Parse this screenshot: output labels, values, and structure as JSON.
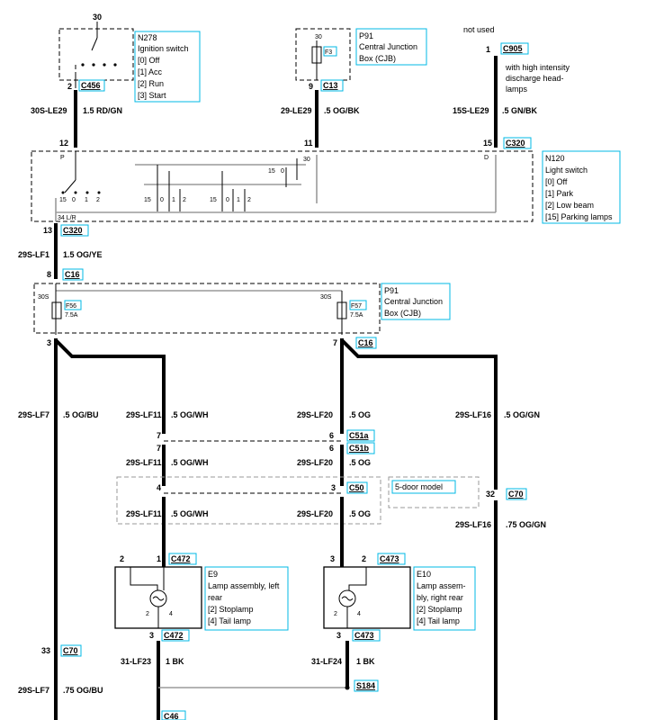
{
  "components": {
    "n278": {
      "id": "N278",
      "name": "Ignition switch",
      "positions": [
        "[0] Off",
        "[1] Acc",
        "[2] Run",
        "[3] Start"
      ],
      "terminal": "30",
      "pin": "2",
      "connector": "C456"
    },
    "p91_top": {
      "id": "P91",
      "name_line1": "Central Junction",
      "name_line2": "Box (CJB)",
      "fuse": "F3",
      "pin": "9",
      "connector": "C13",
      "term": "30"
    },
    "not_used": {
      "label": "not used",
      "pin": "1",
      "connector": "C905",
      "note": [
        "with high intensity",
        "discharge head-",
        "lamps"
      ]
    },
    "n120": {
      "id": "N120",
      "name": "Light switch",
      "positions": [
        "[0] Off",
        "[1] Park",
        "[2] Low beam",
        "[15] Parking lamps"
      ],
      "connector": "C320",
      "pin_left": "12",
      "pin_mid": "11",
      "pin_right": "15",
      "pin_out": "13"
    },
    "p91_mid": {
      "id": "P91",
      "name_line1": "Central Junction",
      "name_line2": "Box (CJB)",
      "fuse_left": "F56",
      "fuse_right": "F57",
      "rating": "7.5A",
      "term": "30S",
      "connector": "C16",
      "pin_in": "8",
      "pin_left": "3",
      "pin_right": "7"
    },
    "e9": {
      "id": "E9",
      "name_line1": "Lamp assembly, left",
      "name_line2": "rear",
      "items": [
        "[2] Stoplamp",
        "[4] Tail lamp"
      ],
      "connector": "C472",
      "pin_tl": "2",
      "pin_tr": "1",
      "pin_bot": "3"
    },
    "e10": {
      "id": "E10",
      "name_line1": "Lamp assem-",
      "name_line2": "bly, right rear",
      "items": [
        "[2] Stoplamp",
        "[4] Tail lamp"
      ],
      "connector": "C473",
      "pin_tl": "3",
      "pin_tr": "2",
      "pin_bot": "3"
    },
    "five_door": {
      "label": "5-door model"
    }
  },
  "wires": {
    "w1": "30S-LE29",
    "w1g": "1.5 RD/GN",
    "w2": "29-LE29",
    "w2g": ".5 OG/BK",
    "w3": "15S-LE29",
    "w3g": ".5 GN/BK",
    "w4": "29S-LF1",
    "w4g": "1.5 OG/YE",
    "w5": "29S-LF7",
    "w5g": ".5 OG/BU",
    "w6": "29S-LF11",
    "w6g": ".5 OG/WH",
    "w7": "29S-LF20",
    "w7g": ".5 OG",
    "w8": "29S-LF16",
    "w8g": ".5 OG/GN",
    "w9": "29S-LF16",
    "w9g": ".75 OG/GN",
    "w10": "31-LF23",
    "w10g": "1 BK",
    "w11": "31-LF24",
    "w11g": "1 BK",
    "w12": "29S-LF7",
    "w12g": ".75 OG/BU"
  },
  "connectors": {
    "c51a": "C51a",
    "c51b": "C51b",
    "c50": "C50",
    "c70": "C70",
    "c70b": "C70",
    "s184": "S184",
    "c46": "C46"
  },
  "pins": {
    "p7a": "7",
    "p6a": "6",
    "p7b": "7",
    "p6b": "6",
    "p4": "4",
    "p3": "3",
    "p32": "32",
    "p33": "33",
    "p3b": "3",
    "p7c": "7",
    "e9_2": "2",
    "e9_4": "4",
    "e10_2": "2",
    "e10_4": "4"
  },
  "switch_marks": {
    "p": "P",
    "d": "D",
    "k15": "15",
    "k0": "0",
    "k1": "1",
    "k2": "2",
    "k15b": "15",
    "k0b": "0",
    "k1b": "1",
    "k2b": "2",
    "s15": "15",
    "s0": "0",
    "s30": "30",
    "s34": "34 L/R"
  }
}
